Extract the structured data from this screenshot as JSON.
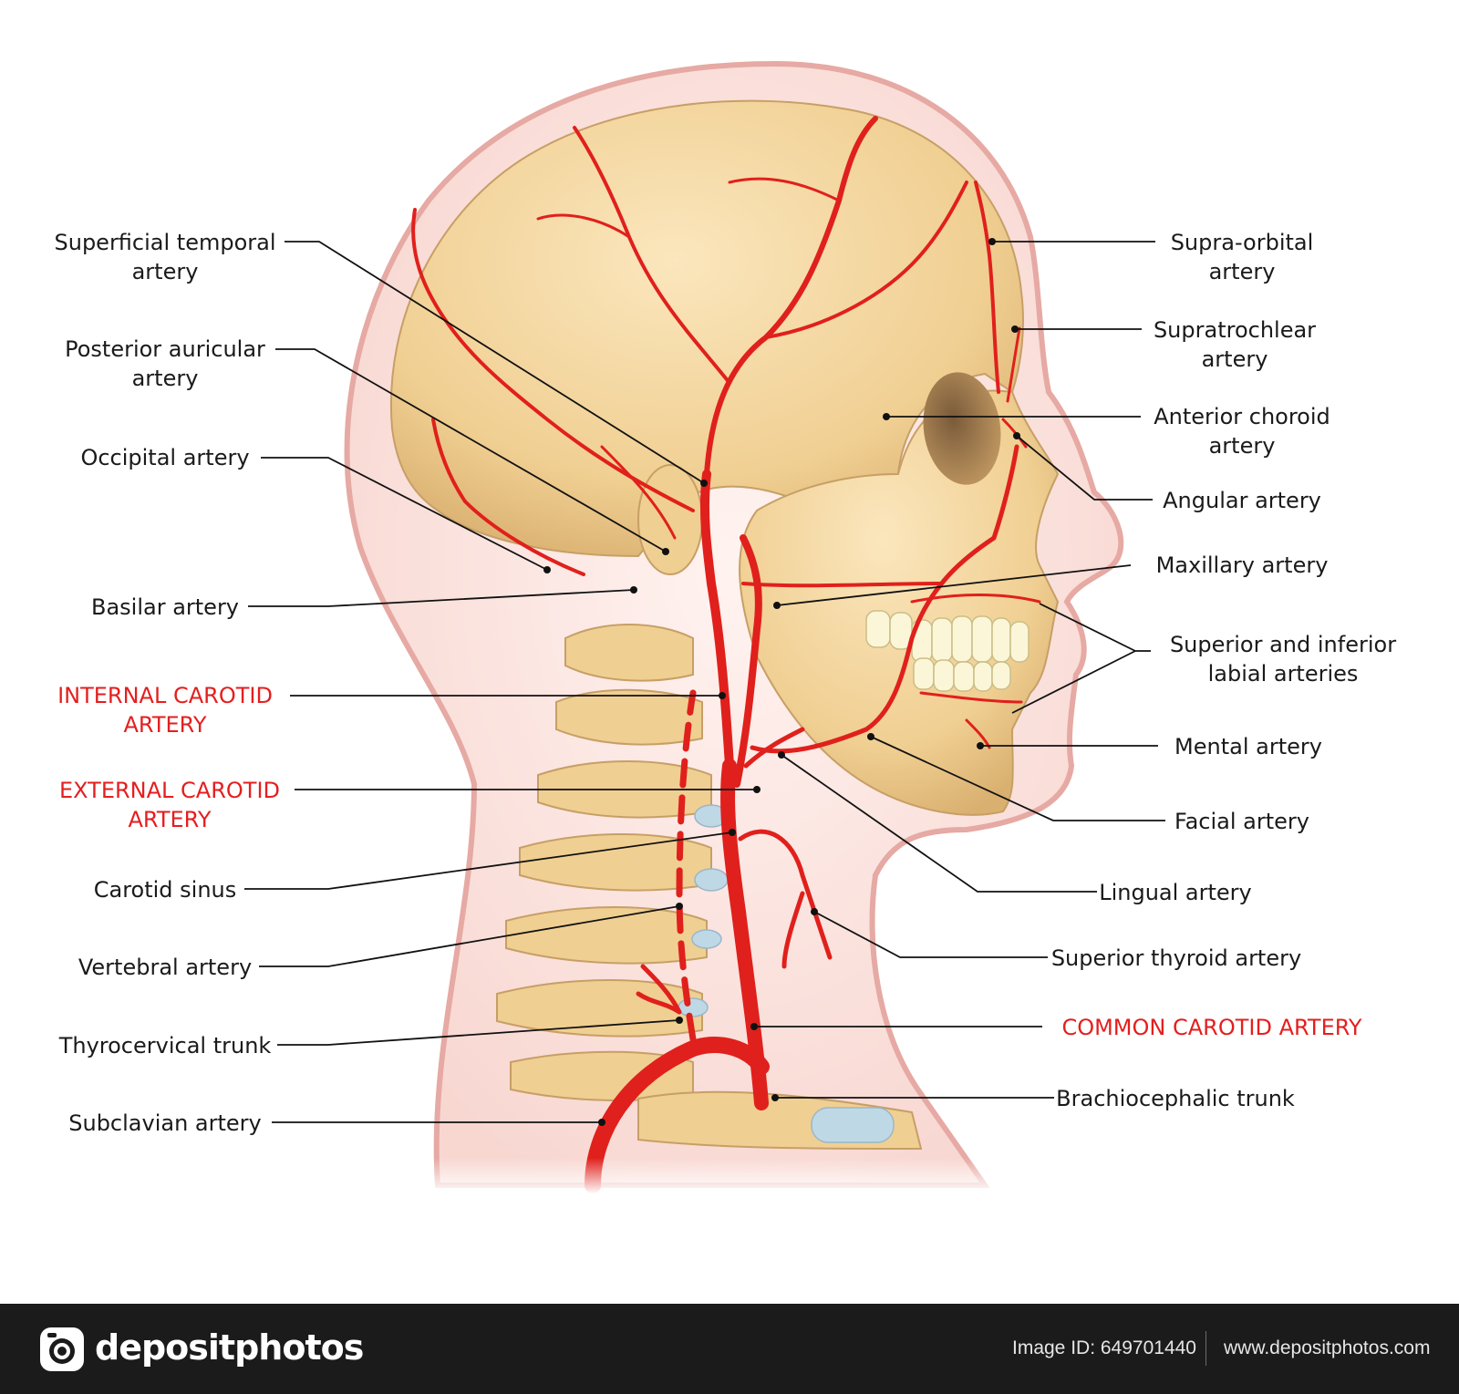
{
  "diagram": {
    "labels": {
      "superficial_temporal": [
        "Superficial temporal",
        "artery"
      ],
      "posterior_auricular": [
        "Posterior auricular",
        "artery"
      ],
      "occipital": [
        "Occipital artery"
      ],
      "basilar": [
        "Basilar artery"
      ],
      "internal_carotid": [
        "INTERNAL CAROTID",
        "ARTERY"
      ],
      "external_carotid": [
        "EXTERNAL CAROTID",
        "ARTERY"
      ],
      "carotid_sinus": [
        "Carotid sinus"
      ],
      "vertebral": [
        "Vertebral artery"
      ],
      "thyrocervical": [
        "Thyrocervical trunk"
      ],
      "subclavian": [
        "Subclavian artery"
      ],
      "supra_orbital": [
        "Supra-orbital",
        "artery"
      ],
      "supratrochlear": [
        "Supratrochlear",
        "artery"
      ],
      "anterior_choroid": [
        "Anterior choroid",
        "artery"
      ],
      "angular": [
        "Angular artery"
      ],
      "maxillary": [
        "Maxillary artery"
      ],
      "labial": [
        "Superior and inferior",
        "labial arteries"
      ],
      "mental": [
        "Mental artery"
      ],
      "facial": [
        "Facial artery"
      ],
      "lingual": [
        "Lingual artery"
      ],
      "superior_thyroid": [
        "Superior thyroid artery"
      ],
      "common_carotid": [
        "COMMON CAROTID ARTERY"
      ],
      "brachiocephalic": [
        "Brachiocephalic trunk"
      ]
    },
    "colors": {
      "artery": "#e0201c",
      "bone": "#f2d49a",
      "skin": "#fbe3df",
      "skin_outline": "#e6a9a3",
      "highlight_label": "#e51e1e"
    }
  },
  "footer": {
    "logo_icon": "camera-icon",
    "brand": "depositphotos",
    "image_id": "Image ID: 649701440",
    "url": "www.depositphotos.com"
  }
}
